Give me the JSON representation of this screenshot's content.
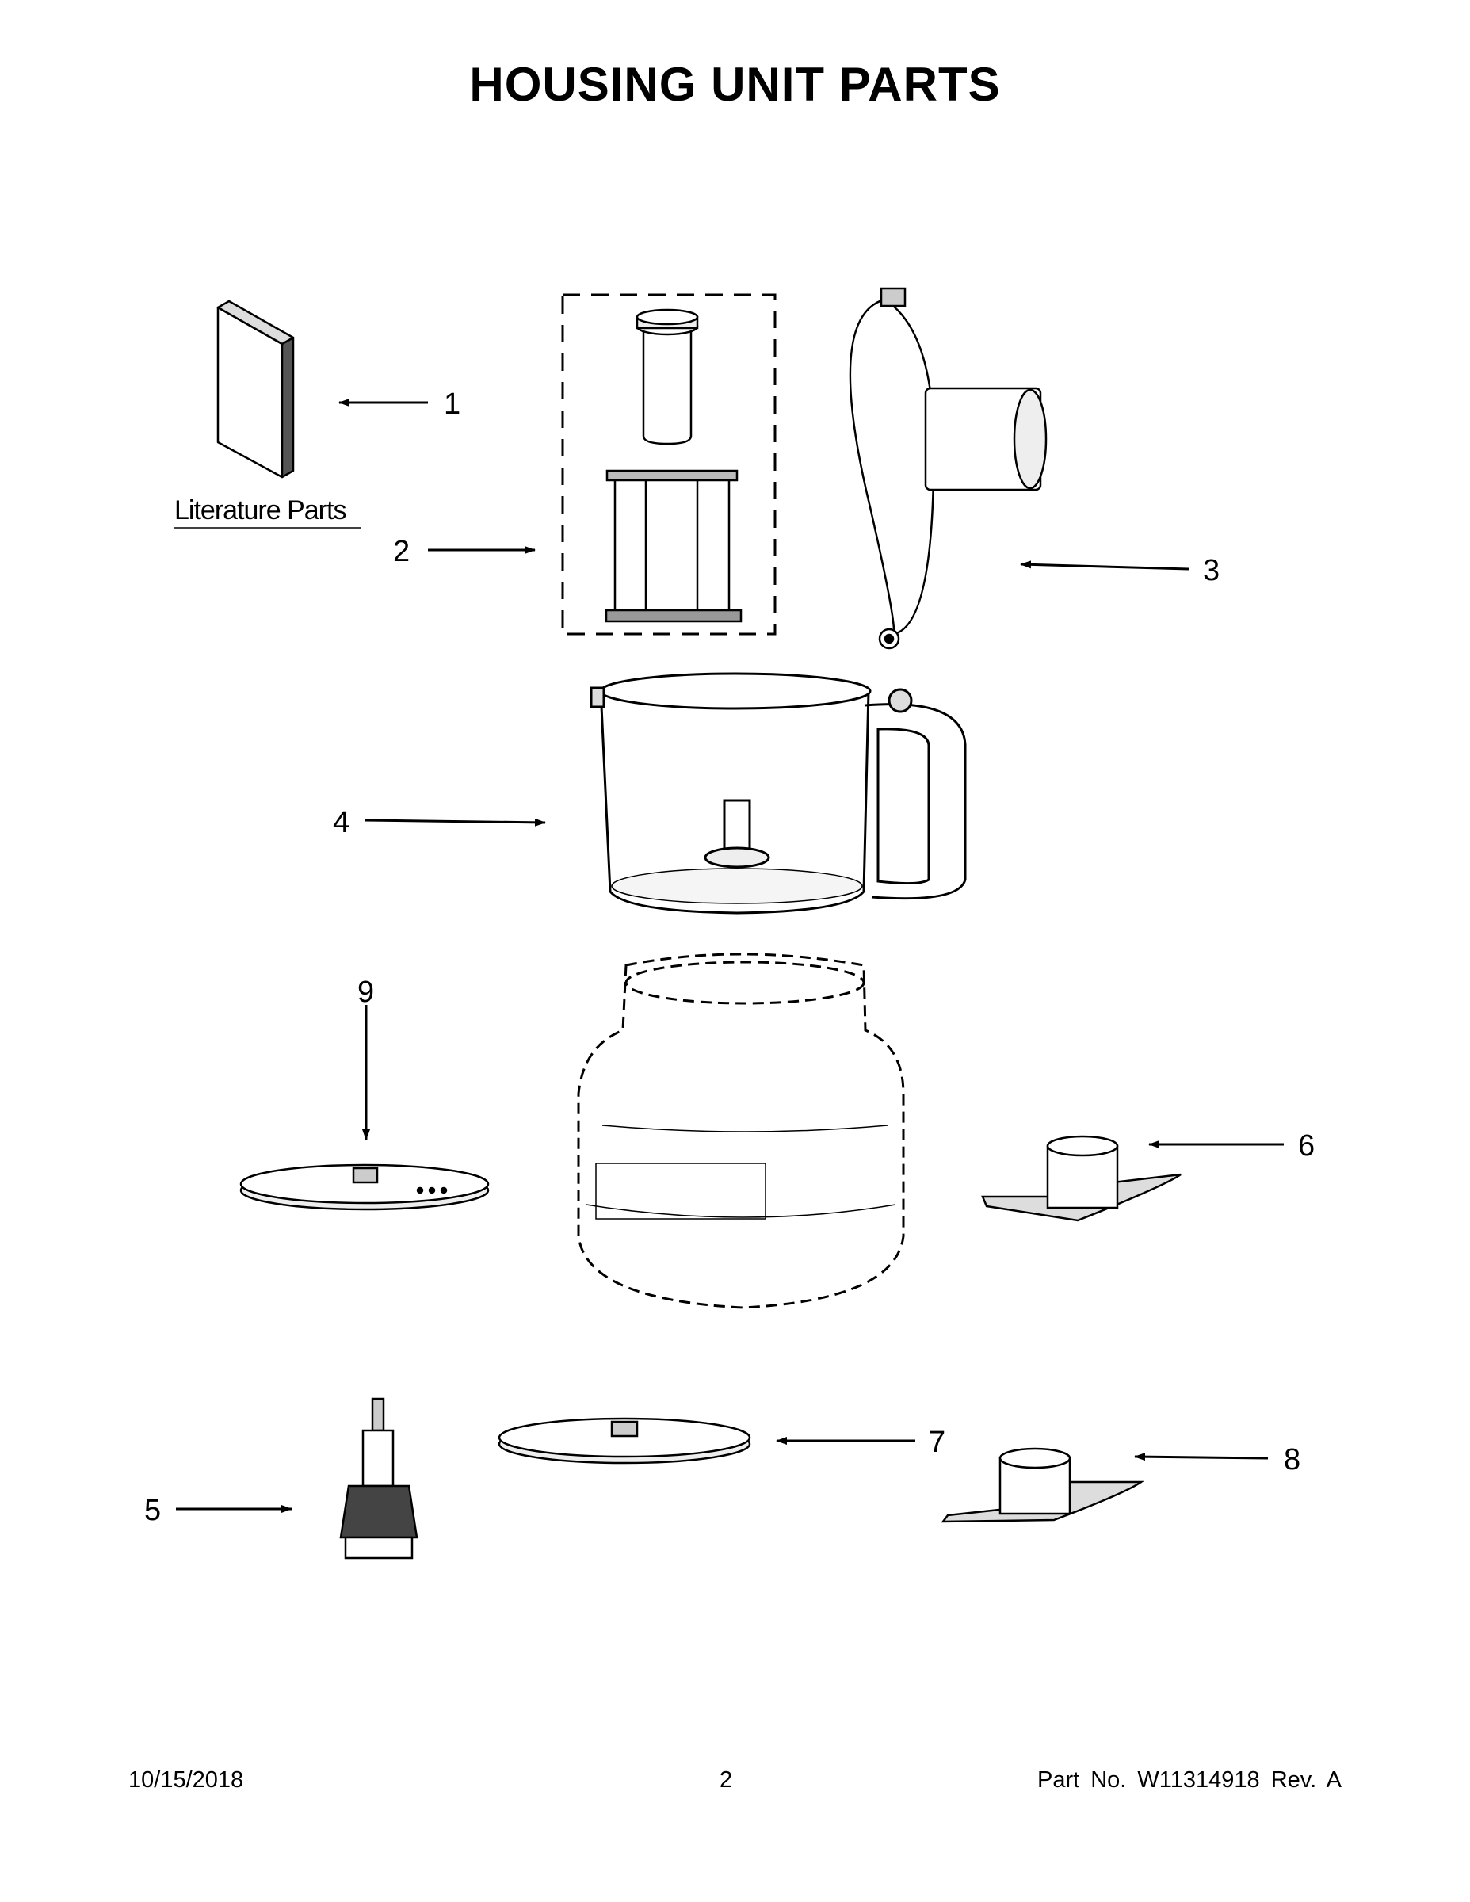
{
  "title": "HOUSING UNIT PARTS",
  "literature_label": "Literature Parts",
  "callouts": [
    "1",
    "2",
    "3",
    "4",
    "5",
    "6",
    "7",
    "8",
    "9"
  ],
  "footer": {
    "date": "10/15/2018",
    "page": "2",
    "part": "Part No.  W11314918  Rev.  A"
  }
}
